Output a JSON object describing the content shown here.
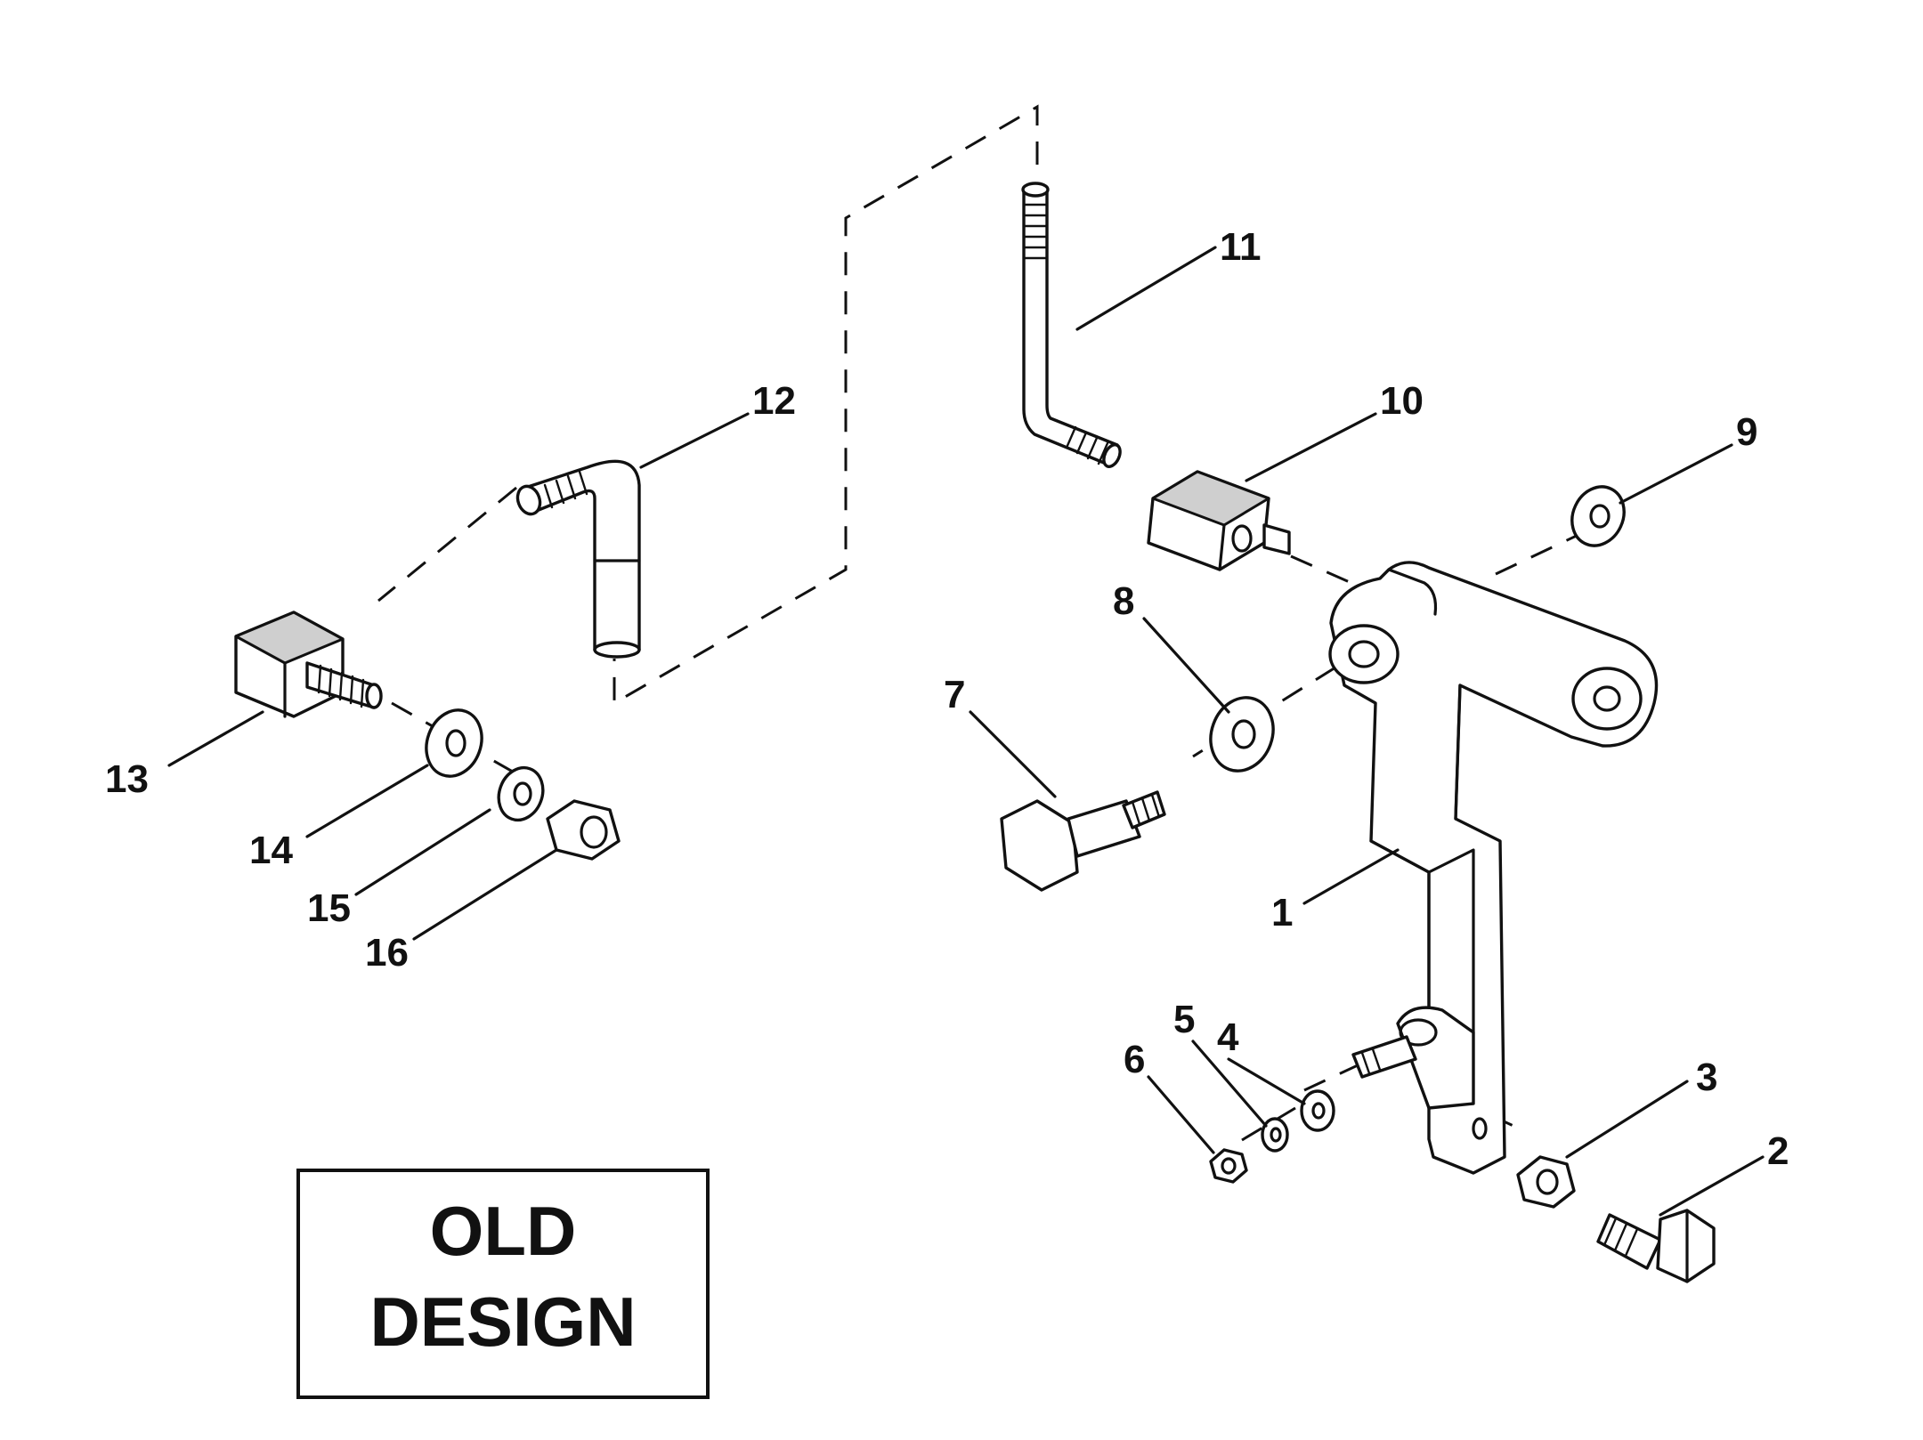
{
  "design_box": {
    "line1": "OLD",
    "line2": "DESIGN"
  },
  "callouts": {
    "c1": "1",
    "c2": "2",
    "c3": "3",
    "c4": "4",
    "c5": "5",
    "c6": "6",
    "c7": "7",
    "c8": "8",
    "c9": "9",
    "c10": "10",
    "c11": "11",
    "c12": "12",
    "c13": "13",
    "c14": "14",
    "c15": "15",
    "c16": "16"
  }
}
